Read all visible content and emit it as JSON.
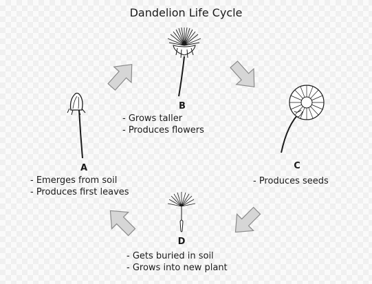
{
  "title": "Dandelion Life Cycle",
  "colors": {
    "arrow_fill": "#d6d6d6",
    "arrow_stroke": "#8a8a8a",
    "ink": "#1a1a1a"
  },
  "stages": [
    {
      "label": "A",
      "lines": [
        "- Emerges from soil",
        "- Produces first leaves"
      ]
    },
    {
      "label": "B",
      "lines": [
        "- Grows taller",
        "- Produces flowers"
      ]
    },
    {
      "label": "C",
      "lines": [
        "- Produces seeds"
      ]
    },
    {
      "label": "D",
      "lines": [
        "- Gets buried in soil",
        "- Grows into new plant"
      ]
    }
  ],
  "arrows": [
    "cycle-arrow-icon",
    "cycle-arrow-icon",
    "cycle-arrow-icon",
    "cycle-arrow-icon"
  ]
}
